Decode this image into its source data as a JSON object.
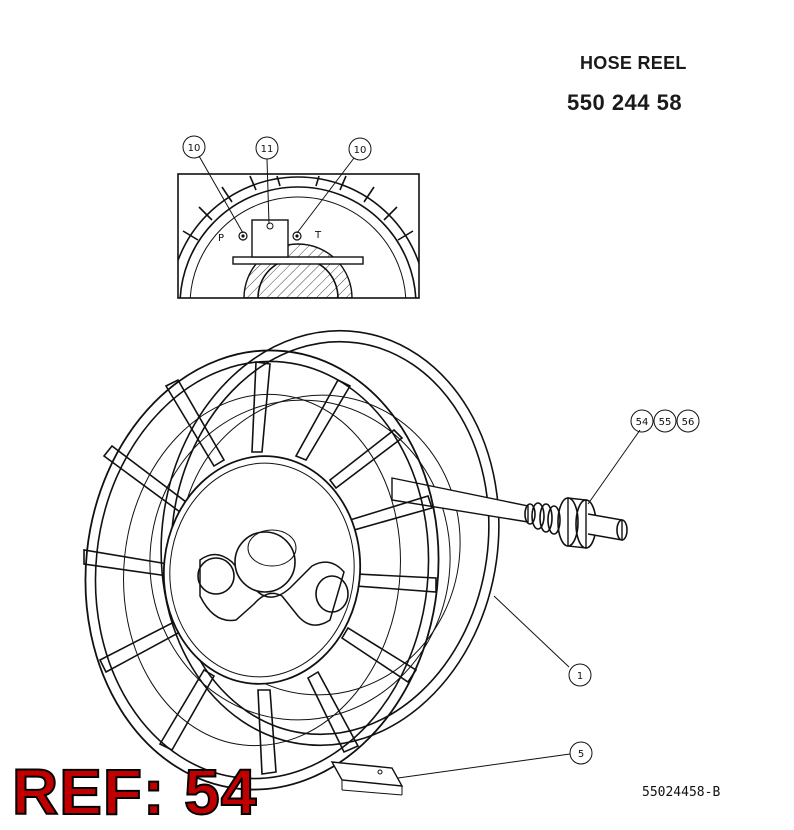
{
  "title": {
    "name": "HOSE REEL",
    "part_number": "550 244 58"
  },
  "detail_view": {
    "callouts": [
      {
        "id": "detail-10-left",
        "label": "10"
      },
      {
        "id": "detail-11",
        "label": "11"
      },
      {
        "id": "detail-10-right",
        "label": "10"
      }
    ],
    "port_labels": {
      "p": "P",
      "t": "T"
    }
  },
  "main_view": {
    "callouts": [
      {
        "id": "callout-54",
        "label": "54"
      },
      {
        "id": "callout-55",
        "label": "55"
      },
      {
        "id": "callout-56",
        "label": "56"
      },
      {
        "id": "callout-1",
        "label": "1"
      },
      {
        "id": "callout-5",
        "label": "5"
      }
    ]
  },
  "drawing_code": "55024458-B",
  "ref_badge": {
    "text": "REF: 54",
    "color": "#c00000"
  }
}
